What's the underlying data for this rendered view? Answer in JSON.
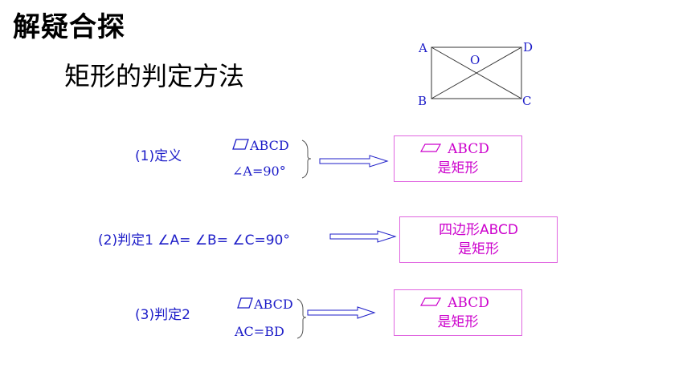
{
  "slide": {
    "heading": "解疑合探",
    "subtitle": "矩形的判定方法"
  },
  "diagram": {
    "vertices": {
      "a": "A",
      "b": "B",
      "c": "C",
      "d": "D",
      "o": "O"
    }
  },
  "rows": [
    {
      "label": "(1)定义",
      "conditions": [
        "ABCD",
        "∠A=90°"
      ],
      "result": {
        "line1": "ABCD",
        "line2": "是矩形"
      }
    },
    {
      "label": "(2)判定1 ∠A= ∠B= ∠C=90°",
      "conditions": [],
      "result": {
        "line1": "四边形ABCD",
        "line2": "是矩形"
      }
    },
    {
      "label": "(3)判定2",
      "conditions": [
        "ABCD",
        "AC=BD"
      ],
      "result": {
        "line1": "ABCD",
        "line2": "是矩形"
      }
    }
  ],
  "colors": {
    "condition_text": "#1c1cc8",
    "result_text": "#cc00cc",
    "result_border": "#e066e0",
    "arrow": "#1c1cc8"
  }
}
